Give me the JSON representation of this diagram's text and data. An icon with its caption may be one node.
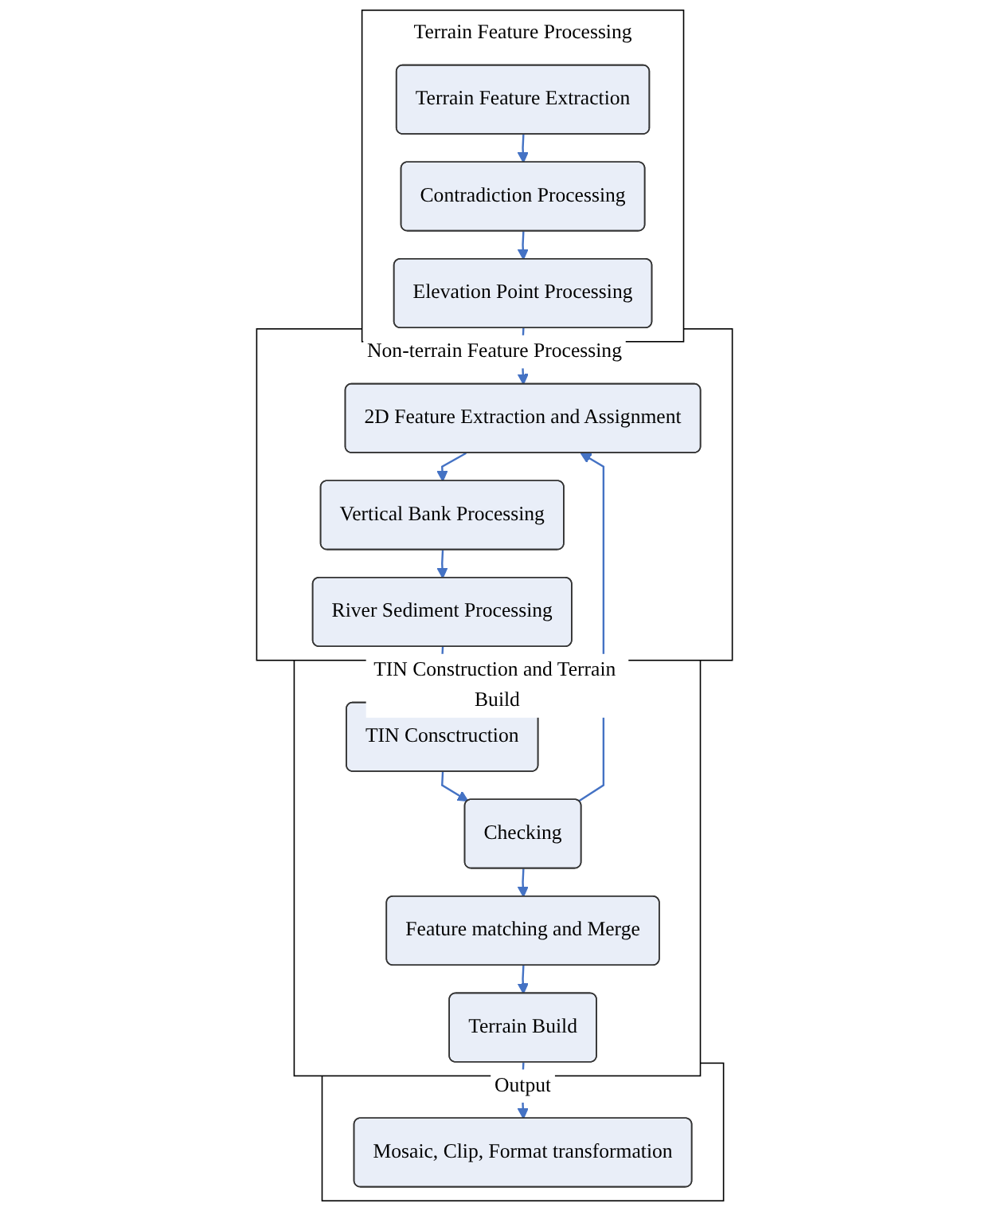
{
  "diagram": {
    "nodes": [
      {
        "text": [
          "Terrain Feature Processing"
        ]
      },
      {
        "text": [
          "Terrain Feature Extraction"
        ],
        "in": 0
      },
      {
        "text": [
          "Contradiction Processing"
        ],
        "in": 0
      },
      {
        "text": [
          "Elevation Point Processing"
        ],
        "in": 0
      },
      {
        "text": [
          "Non-terrain Feature Processing"
        ]
      },
      {
        "text": [
          "2D Feature Extraction and Assignment"
        ],
        "in": 4
      },
      {
        "text": [
          "Vertical Bank Processing"
        ],
        "in": 4
      },
      {
        "text": [
          "River Sediment Processing"
        ],
        "in": 4
      },
      {
        "text": [
          "TIN Construction and Terrain Build"
        ]
      },
      {
        "text": [
          "TIN Consctruction"
        ],
        "in": 8
      },
      {
        "text": [
          "Checking"
        ],
        "in": 8
      },
      {
        "text": [
          "Feature matching and Merge"
        ],
        "in": 8
      },
      {
        "text": [
          "Terrain Build"
        ],
        "in": 8
      },
      {
        "text": [
          "Output"
        ]
      },
      {
        "text": [
          "Mosaic, Clip, Format transformation"
        ],
        "in": 13
      }
    ],
    "edges": [
      {
        "from": 1,
        "to": 2,
        "arrow": "to"
      },
      {
        "from": 2,
        "to": 3,
        "arrow": "to"
      },
      {
        "from": 3,
        "to": 5,
        "arrow": "to"
      },
      {
        "from": 5,
        "to": 6,
        "arrow": "to"
      },
      {
        "from": 6,
        "to": 7,
        "arrow": "to"
      },
      {
        "from": 7,
        "to": 9,
        "arrow": "to"
      },
      {
        "from": 9,
        "to": 10,
        "arrow": "to"
      },
      {
        "from": 10,
        "to": 11,
        "arrow": "to"
      },
      {
        "from": 11,
        "to": 12,
        "arrow": "to"
      },
      {
        "from": 12,
        "to": 14,
        "arrow": "to"
      },
      {
        "from": 10,
        "to": 5,
        "arrow": "to"
      }
    ]
  }
}
